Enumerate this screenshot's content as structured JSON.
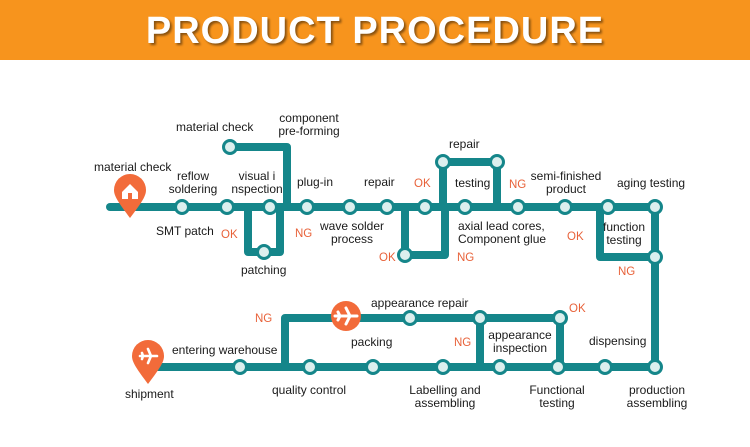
{
  "banner": {
    "title": "PRODUCT PROCEDURE",
    "color": "#f7941d"
  },
  "colors": {
    "track": "#15868a",
    "node_fill": "#dcefee",
    "marker": "#f26b3a",
    "ok": "#e8623a",
    "ng": "#e8623a"
  },
  "icons": {
    "start_marker": "home-icon",
    "mid_marker": "airplane-icon",
    "end_marker": "airplane-icon"
  },
  "labels": {
    "material_check_left": "material check",
    "material_check_top": "material check",
    "component_preforming": "component\npre-forming",
    "reflow_soldering": "reflow\nsoldering",
    "visual_inspection": "visual i\nnspection",
    "plug_in": "plug-in",
    "repair_mid": "repair",
    "repair_top": "repair",
    "testing": "testing",
    "semi_finished_product": "semi-finished\nproduct",
    "aging_testing": "aging testing",
    "smt_patch": "SMT patch",
    "patching": "patching",
    "wave_solder_process": "wave solder\nprocess",
    "axial_lead": "axial lead cores,\nComponent glue",
    "function_testing": "function\ntesting",
    "appearance_repair": "appearance repair",
    "entering_warehouse": "entering warehouse",
    "packing": "packing",
    "appearance_inspection": "appearance\ninspection",
    "dispensing": "dispensing",
    "shipment": "shipment",
    "quality_control": "quality control",
    "labelling_assembling": "Labelling and\nassembling",
    "functional_testing": "Functional\ntesting",
    "production_assembling": "production\nassembling"
  },
  "status": {
    "ok": "OK",
    "ng": "NG"
  }
}
